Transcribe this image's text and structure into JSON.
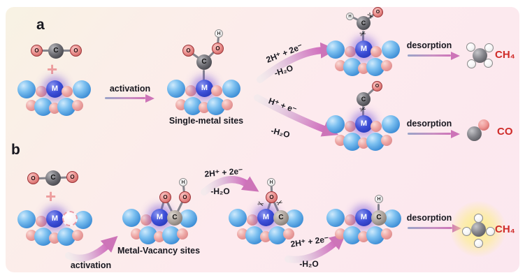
{
  "figure": {
    "atoms": {
      "metal": "M",
      "carbon": "C",
      "oxygen": "O",
      "hydrogen": "H"
    },
    "icons": {
      "scissors": "✂",
      "plus": "+"
    },
    "colors": {
      "background_cream": "#f8f2e3",
      "background_pink": "#fce9ee",
      "surface_blue": "#3e8ed6",
      "surface_pink": "#d37a7e",
      "metal_blue": "#2735c4",
      "metal_glow": "#6c46d6",
      "arrow_pink": "#cd74b8",
      "product_red": "#cf2b28"
    },
    "panel_a": {
      "label": "a",
      "activation": "activation",
      "site_label": "Single-metal sites",
      "route_ch4": {
        "step": "2H⁺ + 2e⁻",
        "loss": "-H₂O",
        "desorption": "desorption",
        "product": "CH₄"
      },
      "route_co": {
        "step": "H⁺ + e⁻",
        "loss": "-H₂O",
        "desorption": "desorption",
        "product": "CO"
      }
    },
    "panel_b": {
      "label": "b",
      "activation": "activation",
      "site_label": "Metal-Vacancy sites",
      "step1": {
        "step": "2H⁺ + 2e⁻",
        "loss": "-H₂O"
      },
      "step2": {
        "step": "2H⁺ + 2e⁻",
        "loss": "-H₂O"
      },
      "desorption": "desorption",
      "product": "CH₄"
    }
  }
}
